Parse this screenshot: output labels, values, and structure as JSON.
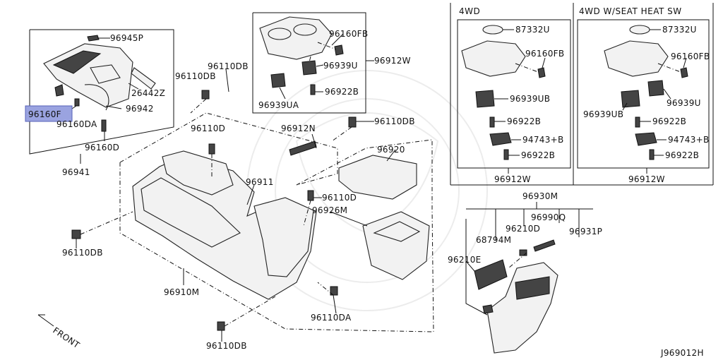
{
  "diagram_id": "J969012H",
  "highlight_color": "#9aa3e0",
  "direction_label": "FRONT",
  "panels": {
    "left_4wd": {
      "title": "4WD"
    },
    "right_4wd_seat": {
      "title": "4WD W/SEAT HEAT SW"
    }
  },
  "labels": {
    "p96945P": "96945P",
    "p96160F": "96160F",
    "p96160DA": "96160DA",
    "p96160D": "96160D",
    "p26442Z": "26442Z",
    "p96942": "96942",
    "p96941": "96941",
    "p96110DB_a": "96110DB",
    "p96110DB_b": "96110DB",
    "p96110D_a": "96110D",
    "p96160FB_main": "96160FB",
    "p96939U_main": "96939U",
    "p96912W_main": "96912W",
    "p96922B_main": "96922B",
    "p96939UA": "96939UA",
    "p96912N": "96912N",
    "p96110DB_c": "96110DB",
    "p96920": "96920",
    "p96911": "96911",
    "p96110D_b": "96110D",
    "p96926M": "96926M",
    "p96110DB_d": "96110DB",
    "p96910M": "96910M",
    "p96110DA": "96110DA",
    "p96110DB_e": "96110DB",
    "p96930M": "96930M",
    "p96990Q": "96990Q",
    "p96210D": "96210D",
    "p68794M": "68794M",
    "p96931P": "96931P",
    "p96210E": "96210E",
    "l_87332U": "87332U",
    "l_96160FB": "96160FB",
    "l_96939UB": "96939UB",
    "l_96922B_a": "96922B",
    "l_94743B": "94743+B",
    "l_96922B_b": "96922B",
    "l_96912W": "96912W",
    "r_87332U": "87332U",
    "r_96160FB": "96160FB",
    "r_96939U": "96939U",
    "r_96939UB": "96939UB",
    "r_96922B_a": "96922B",
    "r_94743B": "94743+B",
    "r_96922B_b": "96922B",
    "r_96912W": "96912W"
  }
}
